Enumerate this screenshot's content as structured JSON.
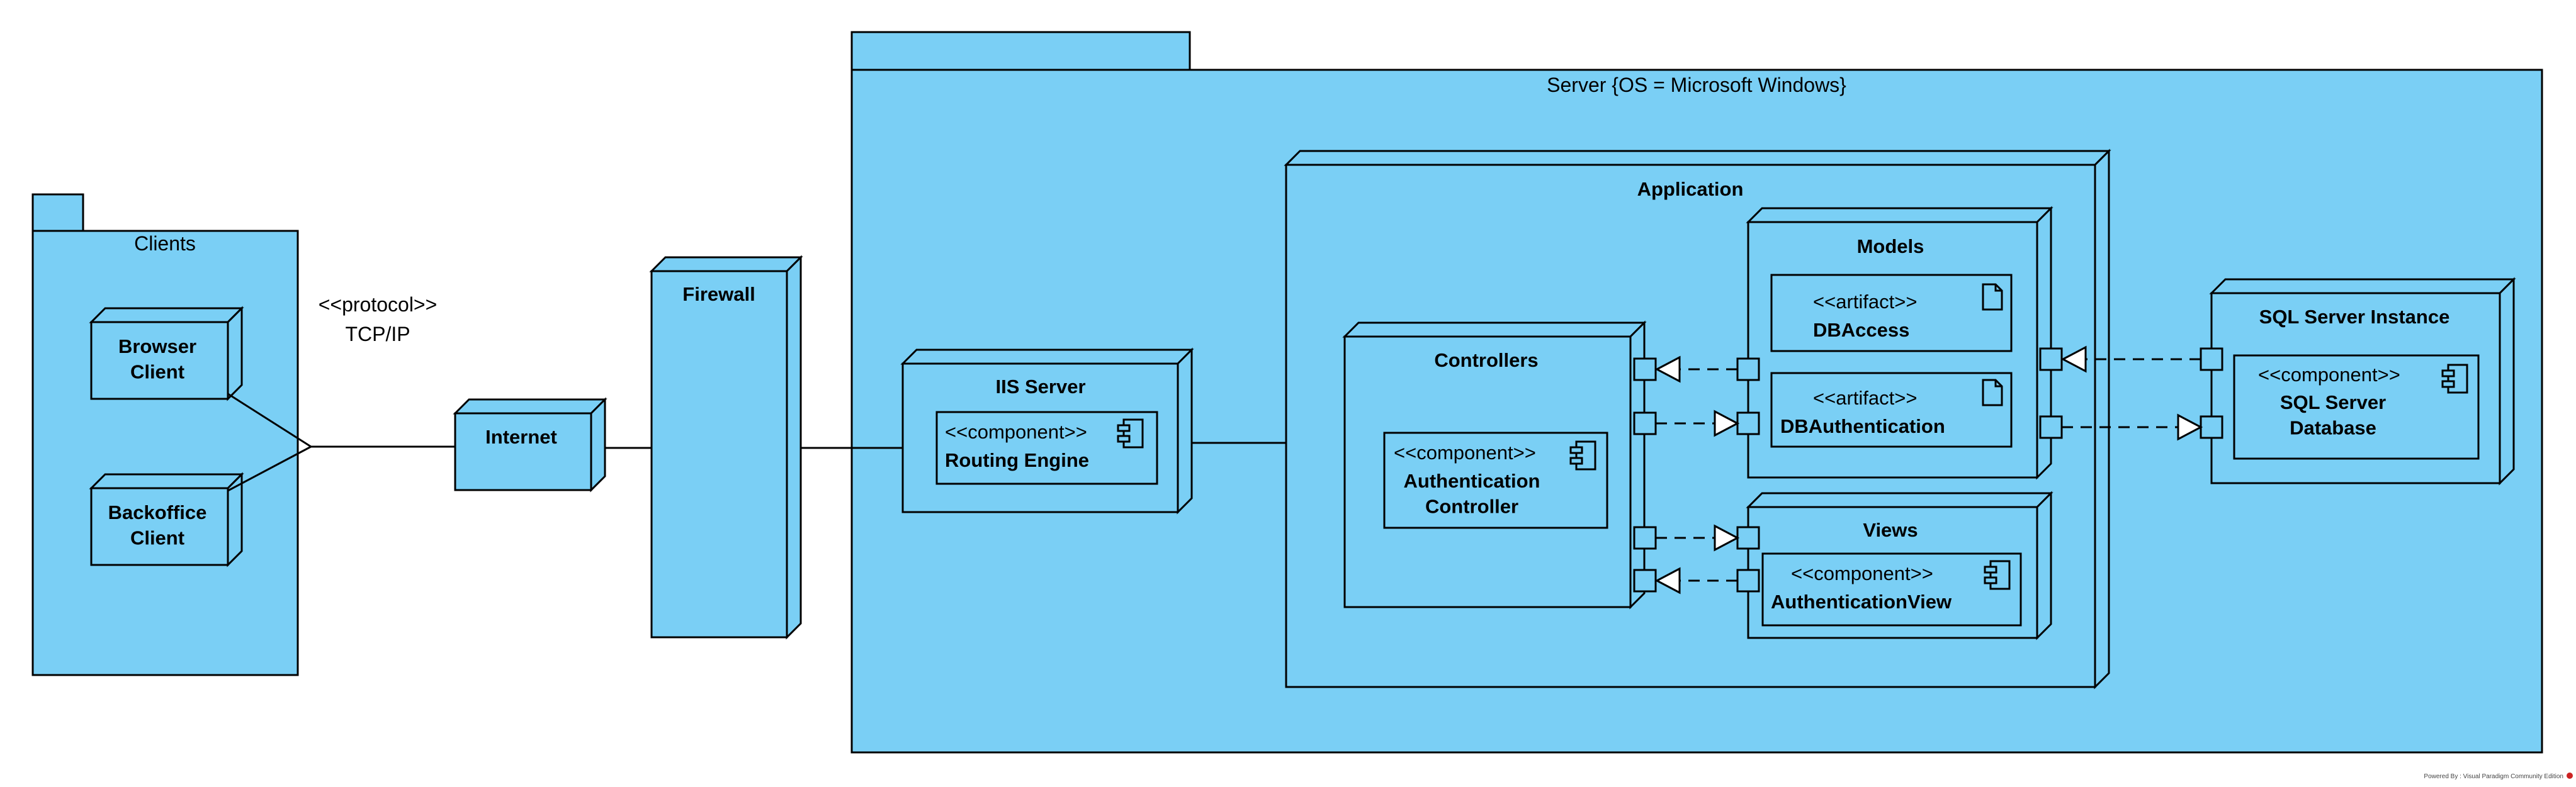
{
  "colors": {
    "node_fill": "#7acff5",
    "stroke": "#000000",
    "background": "#ffffff"
  },
  "clients": {
    "title": "Clients",
    "browser_client": "Browser\nClient",
    "backoffice_client": "Backoffice\nClient"
  },
  "protocol": {
    "stereotype": "<<protocol>>",
    "name": "TCP/IP"
  },
  "internet": "Internet",
  "firewall": "Firewall",
  "server": {
    "title": "Server {OS = Microsoft Windows}"
  },
  "iis_server": {
    "title": "IIS Server",
    "component_stereotype": "<<component>>",
    "component_name": "Routing Engine"
  },
  "application": {
    "title": "Application",
    "controllers": {
      "title": "Controllers",
      "component_stereotype": "<<component>>",
      "component_name": "Authentication\nController"
    },
    "models": {
      "title": "Models",
      "artifact_stereotype": "<<artifact>>",
      "artifact_1": "DBAccess",
      "artifact_2": "DBAuthentication"
    },
    "views": {
      "title": "Views",
      "component_stereotype": "<<component>>",
      "component_name": "AuthenticationView"
    }
  },
  "sql_server": {
    "title": "SQL Server Instance",
    "component_stereotype": "<<component>>",
    "component_name": "SQL Server\nDatabase"
  },
  "footer": "Powered By : Visual Paradigm Community Edition"
}
